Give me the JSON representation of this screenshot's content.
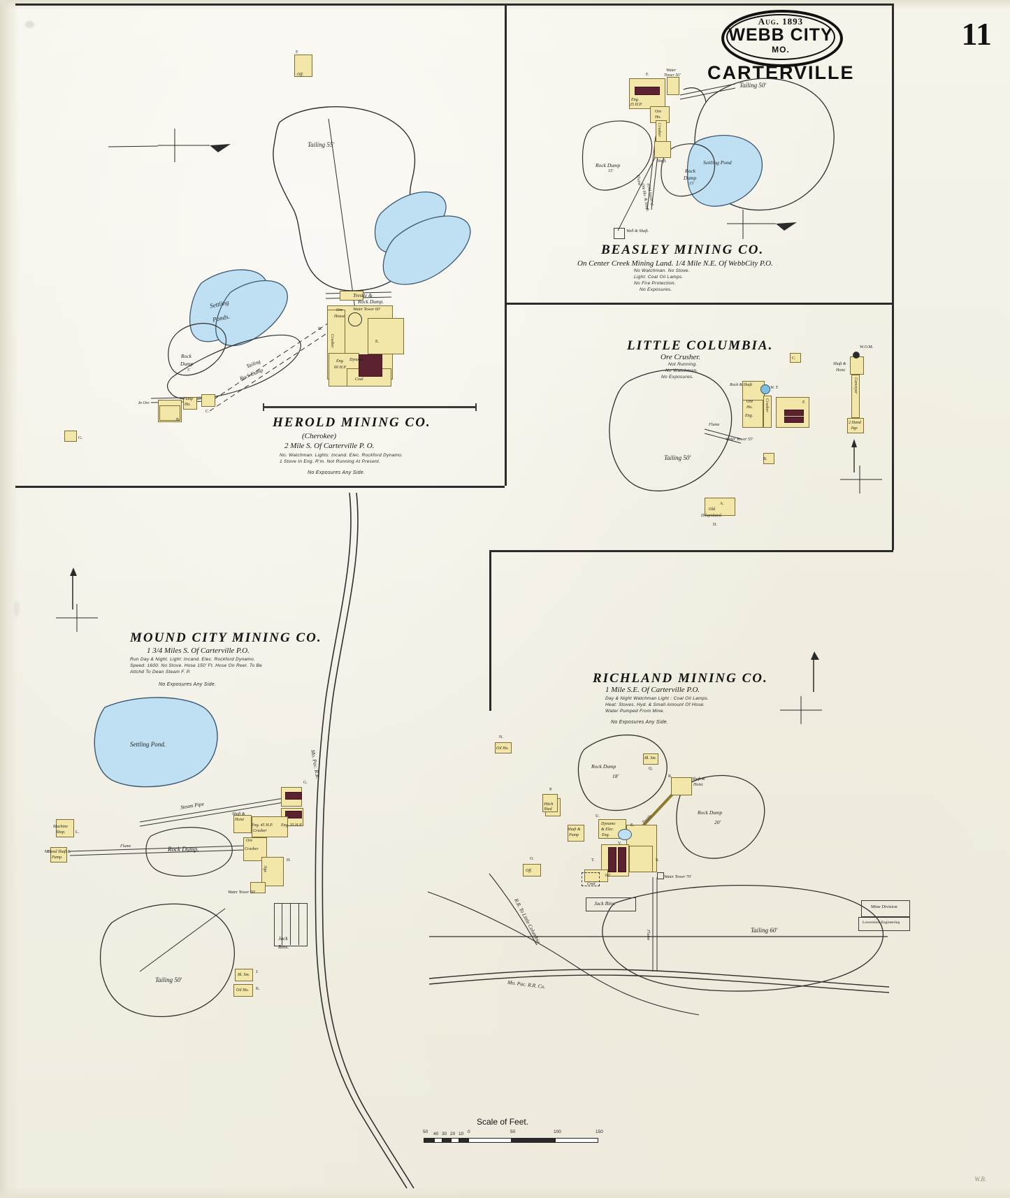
{
  "sheet": {
    "number": "11",
    "watermark": "W.B."
  },
  "titleblock": {
    "date": "Aug. 1893",
    "city": "WEBB CITY",
    "state": "MO.",
    "town": "CARTERVILLE"
  },
  "scale": {
    "title": "Scale of Feet.",
    "ticks": [
      "50",
      "40",
      "30",
      "20",
      "10",
      "0",
      "50",
      "100",
      "150"
    ]
  },
  "blocks": {
    "herold": {
      "title": "HEROLD  MINING   CO.",
      "alt": "(Cherokee)",
      "subtitle": "2 Mile S. Of Carterville P. O.",
      "notes": [
        "No. Watchman. Lights: Incand. Elec. Rockford Dynamo.",
        "1 Stove In Eng. R'm. Not Running At Present."
      ],
      "exposure": "No Exposures Any Side.",
      "features": [
        {
          "label": "Tailing  55'"
        },
        {
          "label": "Settling"
        },
        {
          "label": "Ponds."
        },
        {
          "label": "Rock"
        },
        {
          "label": "Dump"
        },
        {
          "label": "5'"
        },
        {
          "label": "Tailing"
        },
        {
          "label": "Rock Dump"
        },
        {
          "label": "Trestle &"
        },
        {
          "label": "Rock Dump."
        },
        {
          "label": "Ore"
        },
        {
          "label": "House"
        },
        {
          "label": "Water Tower 60'"
        },
        {
          "label": "Crusher"
        },
        {
          "label": "Eng."
        },
        {
          "label": "60 H.P."
        },
        {
          "label": "Coal"
        },
        {
          "label": "Dynamo"
        },
        {
          "label": "Rm."
        },
        {
          "label": "Shaft"
        },
        {
          "label": "Off."
        },
        {
          "label": "B."
        },
        {
          "label": "C."
        },
        {
          "label": "D."
        },
        {
          "label": "E."
        },
        {
          "label": "F."
        },
        {
          "label": "G."
        },
        {
          "label": "Pump"
        },
        {
          "label": "Ho."
        },
        {
          "label": "In Ore"
        }
      ]
    },
    "beasley": {
      "title": "BEASLEY  MINING  CO.",
      "subtitle": "On Center Creek Mining Land. 1/4 Mile N.E. Of WebbCity P.O.",
      "notes": [
        "No  Watchman.  No Stove.",
        "Light: Coal Oil Lamps.",
        "No  Fire  Protection.",
        "No  Exposures."
      ],
      "features": [
        {
          "label": "Tailing   50'"
        },
        {
          "label": "Settling  Pond"
        },
        {
          "label": "Rock Dump"
        },
        {
          "label": "15'"
        },
        {
          "label": "Rock"
        },
        {
          "label": "Dump"
        },
        {
          "label": "15'"
        },
        {
          "label": "Water"
        },
        {
          "label": "Tower 50'"
        },
        {
          "label": "Ore"
        },
        {
          "label": "Ho."
        },
        {
          "label": "Shaft."
        },
        {
          "label": "Crusher"
        },
        {
          "label": "Flume"
        },
        {
          "label": "Ore Ho. & Shaft."
        },
        {
          "label": "(Old Smith's)"
        },
        {
          "label": "Well & Shaft."
        },
        {
          "label": "F."
        },
        {
          "label": "Eng."
        },
        {
          "label": "25 H.P."
        }
      ]
    },
    "little_columbia": {
      "title": "LITTLE  COLUMBIA.",
      "subtitle": "Ore Crusher.",
      "notes": [
        "Not  Running.",
        "No  Watchman.",
        "No  Exposures."
      ],
      "features": [
        {
          "label": "Tailing  50'"
        },
        {
          "label": "Flume"
        },
        {
          "label": "Water Tower 55'"
        },
        {
          "label": "Rock & Shaft"
        },
        {
          "label": "W. T."
        },
        {
          "label": "Ore"
        },
        {
          "label": "Ho."
        },
        {
          "label": "Eng."
        },
        {
          "label": "Crusher"
        },
        {
          "label": "Shaft &"
        },
        {
          "label": "Hoist"
        },
        {
          "label": "W.O.M."
        },
        {
          "label": "Conveyor"
        },
        {
          "label": "2 Hand"
        },
        {
          "label": "Jigs"
        },
        {
          "label": "Old"
        },
        {
          "label": "Dilapidated."
        },
        {
          "label": "D."
        },
        {
          "label": "A."
        },
        {
          "label": "B."
        },
        {
          "label": "C."
        },
        {
          "label": "F."
        }
      ]
    },
    "mound_city": {
      "title": "MOUND CITY MINING CO.",
      "subtitle": "1 3/4 Miles S. Of Carterville P.O.",
      "notes": [
        "Run Day & Night.  Light: Incand. Elec. Rockford Dynamo.",
        "Speed: 1600.  No Stove.  Hose 150' Ft. Hose On Reel.  To Be",
        "Attchd To Dean  Steam F. P."
      ],
      "exposure": "No Exposures Any Side.",
      "features": [
        {
          "label": "Settling Pond."
        },
        {
          "label": "Rock  Dump."
        },
        {
          "label": "Tailing  50'"
        },
        {
          "label": "Steam Pipe"
        },
        {
          "label": "Flume"
        },
        {
          "label": "Shaft &"
        },
        {
          "label": "Hoist"
        },
        {
          "label": "Eng. 45 H.P."
        },
        {
          "label": "Eng. 35 H.P."
        },
        {
          "label": "Crusher"
        },
        {
          "label": "Jigs"
        },
        {
          "label": "Ore"
        },
        {
          "label": "Crusher"
        },
        {
          "label": "Water Tower 50'"
        },
        {
          "label": "Jack"
        },
        {
          "label": "Bins."
        },
        {
          "label": "Jack"
        },
        {
          "label": "Bl. Sm."
        },
        {
          "label": "Oil Ho."
        },
        {
          "label": "Machine"
        },
        {
          "label": "Shop."
        },
        {
          "label": "Hand Shaft &"
        },
        {
          "label": "Pump."
        },
        {
          "label": "Mo. Pac. R.R."
        },
        {
          "label": "G."
        },
        {
          "label": "H."
        },
        {
          "label": "J."
        },
        {
          "label": "K."
        },
        {
          "label": "L."
        },
        {
          "label": "M."
        }
      ]
    },
    "richland": {
      "title": "RICHLAND  MINING   CO.",
      "subtitle": "1 Mile S.E. Of Carterville P.O.",
      "notes": [
        "Day & Night  Watchman  Light : Coal Oil Lamps.",
        "Heat: Stoves.  Hyd. & Small  Amount Of Hose.",
        "Water Pumped From Mine."
      ],
      "exposure": "No  Exposures  Any Side.",
      "features": [
        {
          "label": "Rock Dump"
        },
        {
          "label": "18'"
        },
        {
          "label": "Rock Dump"
        },
        {
          "label": "20'"
        },
        {
          "label": "Tailing  60'"
        },
        {
          "label": "Shaft &"
        },
        {
          "label": "Hoist."
        },
        {
          "label": "Trestle"
        },
        {
          "label": "Hitch"
        },
        {
          "label": "Shed"
        },
        {
          "label": "Shaft &"
        },
        {
          "label": "Pump"
        },
        {
          "label": "Dynamo"
        },
        {
          "label": "& Elec."
        },
        {
          "label": "Eng."
        },
        {
          "label": "60'"
        },
        {
          "label": "Coal"
        },
        {
          "label": "Water Tower 70'"
        },
        {
          "label": "Jack Bins."
        },
        {
          "label": "Bl. Sm."
        },
        {
          "label": "Oil Ho."
        },
        {
          "label": "Off."
        },
        {
          "label": "R.R. To Little Columbia"
        },
        {
          "label": "Mo. Pac. R.R. Co."
        },
        {
          "label": "Flume"
        },
        {
          "label": "N."
        },
        {
          "label": "O."
        },
        {
          "label": "P."
        },
        {
          "label": "Q."
        },
        {
          "label": "R."
        },
        {
          "label": "S."
        },
        {
          "label": "T."
        },
        {
          "label": "U."
        },
        {
          "label": "V."
        },
        {
          "label": "E."
        }
      ],
      "mine_division": {
        "line1": "Mine  Division",
        "line2": "Lowermost Engineering"
      }
    }
  }
}
